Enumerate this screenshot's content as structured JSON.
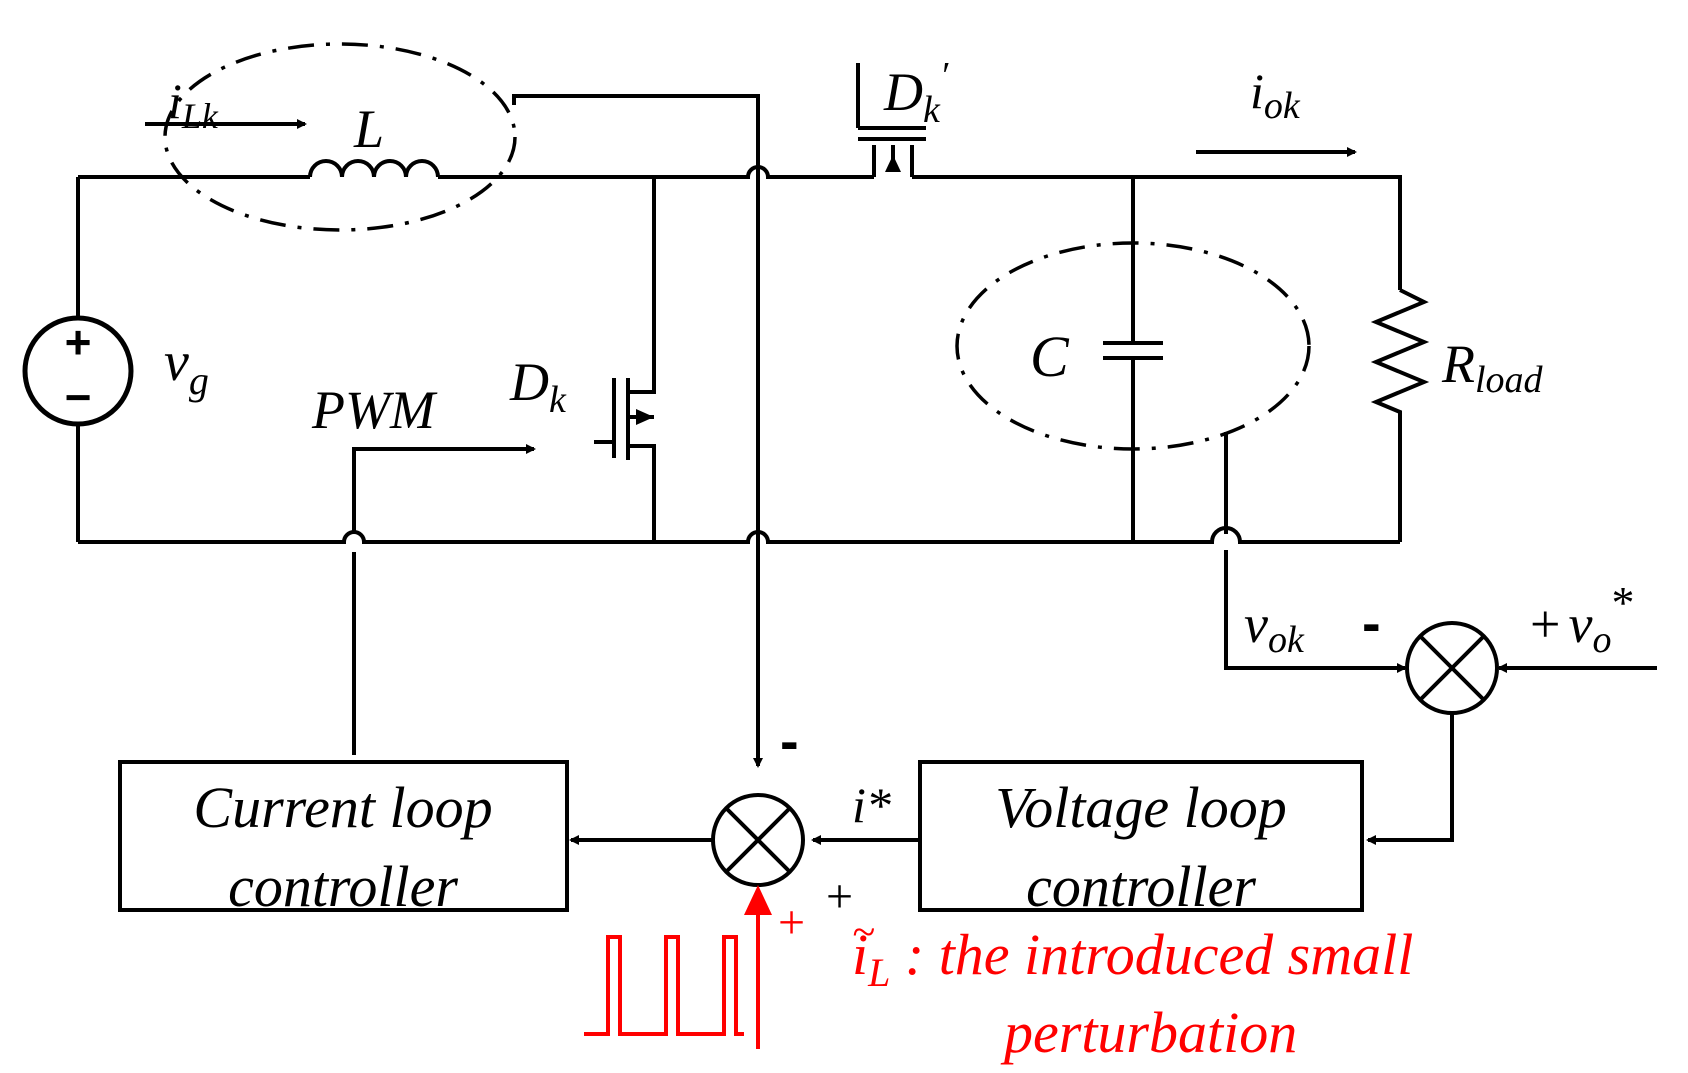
{
  "labels": {
    "iLk_main": "i",
    "iLk_sub": "Lk",
    "L": "L",
    "Dk_prime_main": "D",
    "Dk_prime_sub": "k",
    "Dk_prime_mark": "′",
    "iok_main": "i",
    "iok_sub": "ok",
    "vg_main": "v",
    "vg_sub": "g",
    "PWM": "PWM",
    "Dk_main": "D",
    "Dk_sub": "k",
    "C": "C",
    "Rload_main": "R",
    "Rload_sub": "load",
    "vok_main": "v",
    "vok_sub": "ok",
    "minus_vok": "-",
    "vo_ref_plus": "+",
    "vo_ref_main": "v",
    "vo_ref_sub": "o",
    "vo_ref_star": "*",
    "minus_iL": "-",
    "i_star": "i*",
    "plus_right": "+",
    "plus_left": "+",
    "source_plus": "+",
    "source_minus": "−"
  },
  "blocks": {
    "current_loop_line1": "Current loop",
    "current_loop_line2": "controller",
    "voltage_loop_line1": "Voltage loop",
    "voltage_loop_line2": "controller"
  },
  "perturbation": {
    "tilde": "~",
    "symbol_main": "i",
    "symbol_sub": "L",
    "line1_rest": " : the introduced small",
    "line2": "perturbation",
    "color": "#ff0000"
  }
}
